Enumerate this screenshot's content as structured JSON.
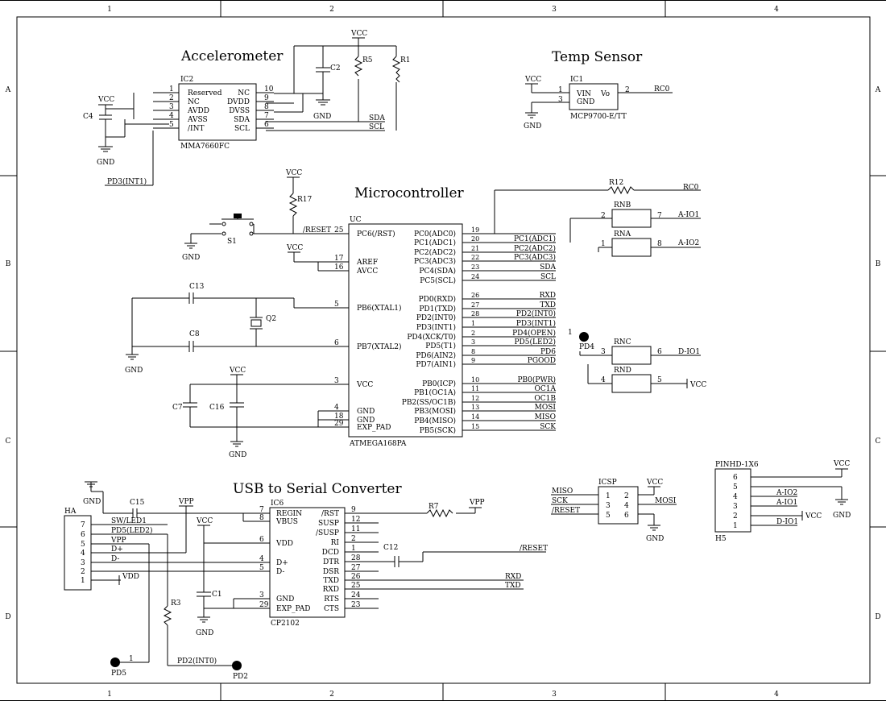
{
  "frame": {
    "col_labels": [
      "1",
      "2",
      "3",
      "4"
    ],
    "row_labels": [
      "A",
      "B",
      "C",
      "D"
    ]
  },
  "titles": {
    "accelerometer": "Accelerometer",
    "temp_sensor": "Temp Sensor",
    "microcontroller": "Microcontroller",
    "usb_serial": "USB to Serial Converter"
  },
  "accel": {
    "ref": "IC2",
    "part": "MMA7660FC",
    "left_pins": [
      {
        "num": "1",
        "name": "Reserved"
      },
      {
        "num": "2",
        "name": "NC"
      },
      {
        "num": "3",
        "name": "AVDD"
      },
      {
        "num": "4",
        "name": "AVSS"
      },
      {
        "num": "5",
        "name": "/INT"
      }
    ],
    "right_pins": [
      {
        "num": "10",
        "name": "NC"
      },
      {
        "num": "9",
        "name": "DVDD"
      },
      {
        "num": "8",
        "name": "DVSS"
      },
      {
        "num": "7",
        "name": "SDA"
      },
      {
        "num": "6",
        "name": "SCL"
      }
    ],
    "net_sda": "SDA",
    "net_scl": "SCL",
    "int_net": "PD3(INT1)",
    "c4": "C4",
    "c2": "C2",
    "r5": "R5",
    "r1": "R1"
  },
  "temp": {
    "ref": "IC1",
    "part": "MCP9700-E/TT",
    "pin1": "1",
    "pin3": "3",
    "pin2": "2",
    "vin": "VIN",
    "gnd": "GND",
    "vo": "Vo",
    "net_out": "RC0"
  },
  "mcu": {
    "ref": "UC",
    "part": "ATMEGA168PA",
    "left_pins": [
      {
        "num": "25",
        "name": "PC6(/RST)"
      },
      {
        "num": "17",
        "name": "AREF"
      },
      {
        "num": "16",
        "name": "AVCC"
      },
      {
        "num": "5",
        "name": "PB6(XTAL1)"
      },
      {
        "num": "6",
        "name": "PB7(XTAL2)"
      },
      {
        "num": "3",
        "name": "VCC"
      },
      {
        "num": "4",
        "name": "GND"
      },
      {
        "num": "18",
        "name": "GND"
      },
      {
        "num": "29",
        "name": "EXP_PAD"
      }
    ],
    "right_pins": [
      {
        "num": "19",
        "name": "PC0(ADC0)",
        "net": ""
      },
      {
        "num": "20",
        "name": "PC1(ADC1)",
        "net": "PC1(ADC1)"
      },
      {
        "num": "21",
        "name": "PC2(ADC2)",
        "net": "PC2(ADC2)"
      },
      {
        "num": "22",
        "name": "PC3(ADC3)",
        "net": "PC3(ADC3)"
      },
      {
        "num": "23",
        "name": "PC4(SDA)",
        "net": "SDA"
      },
      {
        "num": "24",
        "name": "PC5(SCL)",
        "net": "SCL"
      },
      {
        "num": "26",
        "name": "PD0(RXD)",
        "net": "RXD"
      },
      {
        "num": "27",
        "name": "PD1(TXD)",
        "net": "TXD"
      },
      {
        "num": "28",
        "name": "PD2(INT0)",
        "net": "PD2(INT0)"
      },
      {
        "num": "1",
        "name": "PD3(INT1)",
        "net": "PD3(INT1)"
      },
      {
        "num": "2",
        "name": "PD4(XCK/T0)",
        "net": "PD4(OPEN)"
      },
      {
        "num": "3",
        "name": "PD5(T1)",
        "net": "PD5(LED2)"
      },
      {
        "num": "8",
        "name": "PD6(AIN2)",
        "net": "PD6"
      },
      {
        "num": "9",
        "name": "PD7(AIN1)",
        "net": "PGOOD"
      },
      {
        "num": "10",
        "name": "PB0(ICP)",
        "net": "PB0(PWR)"
      },
      {
        "num": "11",
        "name": "PB1(OC1A)",
        "net": "OC1A"
      },
      {
        "num": "12",
        "name": "PB2(SS/OC1B)",
        "net": "OC1B"
      },
      {
        "num": "13",
        "name": "PB3(MOSI)",
        "net": "MOSI"
      },
      {
        "num": "14",
        "name": "PB4(MISO)",
        "net": "MISO"
      },
      {
        "num": "15",
        "name": "PB5(SCK)",
        "net": "SCK"
      }
    ],
    "reset_net": "/RESET",
    "s1": "S1",
    "r17": "R17",
    "c13": "C13",
    "c8": "C8",
    "q2": "Q2",
    "c7": "C7",
    "c16": "C16",
    "r12": "R12",
    "rc0": "RC0",
    "rnb": "RNB",
    "rna": "RNA",
    "rnc": "RNC",
    "rnd": "RND",
    "aio1": "A-IO1",
    "aio2": "A-IO2",
    "dio1": "D-IO1",
    "pd4": "PD4",
    "rn_pins": {
      "rnb_l": "2",
      "rnb_r": "7",
      "rna_l": "1",
      "rna_r": "8",
      "rnc_l": "3",
      "rnc_r": "6",
      "rnd_l": "4",
      "rnd_r": "5",
      "pd4_pin": "1"
    }
  },
  "usb": {
    "ref": "IC6",
    "part": "CP2102",
    "left_pins": [
      {
        "num": "7",
        "name": "REGIN"
      },
      {
        "num": "8",
        "name": "VBUS"
      },
      {
        "num": "6",
        "name": "VDD"
      },
      {
        "num": "4",
        "name": "D+"
      },
      {
        "num": "5",
        "name": "D-"
      },
      {
        "num": "3",
        "name": "GND"
      },
      {
        "num": "29",
        "name": "EXP_PAD"
      }
    ],
    "right_pins": [
      {
        "num": "9",
        "name": "/RST"
      },
      {
        "num": "12",
        "name": "SUSP"
      },
      {
        "num": "11",
        "name": "/SUSP"
      },
      {
        "num": "2",
        "name": "RI"
      },
      {
        "num": "1",
        "name": "DCD"
      },
      {
        "num": "28",
        "name": "DTR"
      },
      {
        "num": "27",
        "name": "DSR"
      },
      {
        "num": "26",
        "name": "TXD"
      },
      {
        "num": "25",
        "name": "RXD"
      },
      {
        "num": "24",
        "name": "RTS"
      },
      {
        "num": "23",
        "name": "CTS"
      }
    ],
    "c15": "C15",
    "c1": "C1",
    "c12": "C12",
    "r7": "R7",
    "r3": "R3",
    "reset_net": "/RESET",
    "rxd": "RXD",
    "txd": "TXD",
    "ha_ref": "HA",
    "ha_pins": [
      {
        "num": "7",
        "net": "SW/LED1"
      },
      {
        "num": "6",
        "net": "PD5(LED2)"
      },
      {
        "num": "5",
        "net": "VPP"
      },
      {
        "num": "4",
        "net": "D+"
      },
      {
        "num": "3",
        "net": "D-"
      },
      {
        "num": "2",
        "net": ""
      },
      {
        "num": "1",
        "net": "VDD"
      }
    ],
    "pd5": "PD5",
    "pd2": "PD2",
    "pd2_net": "PD2(INT0)",
    "pd5_pin": "1"
  },
  "icsp": {
    "ref": "ICSP",
    "pins": [
      "1",
      "2",
      "3",
      "4",
      "5",
      "6"
    ],
    "miso": "MISO",
    "sck": "SCK",
    "reset": "/RESET",
    "mosi": "MOSI"
  },
  "header": {
    "ref": "PINHD-1X6",
    "bottom_ref": "H5",
    "pins": [
      {
        "num": "6",
        "net": ""
      },
      {
        "num": "5",
        "net": ""
      },
      {
        "num": "4",
        "net": "A-IO2"
      },
      {
        "num": "3",
        "net": "A-IO1"
      },
      {
        "num": "2",
        "net": "VCC"
      },
      {
        "num": "1",
        "net": "D-IO1"
      }
    ]
  },
  "power": {
    "vcc": "VCC",
    "gnd": "GND",
    "vpp": "VPP"
  }
}
